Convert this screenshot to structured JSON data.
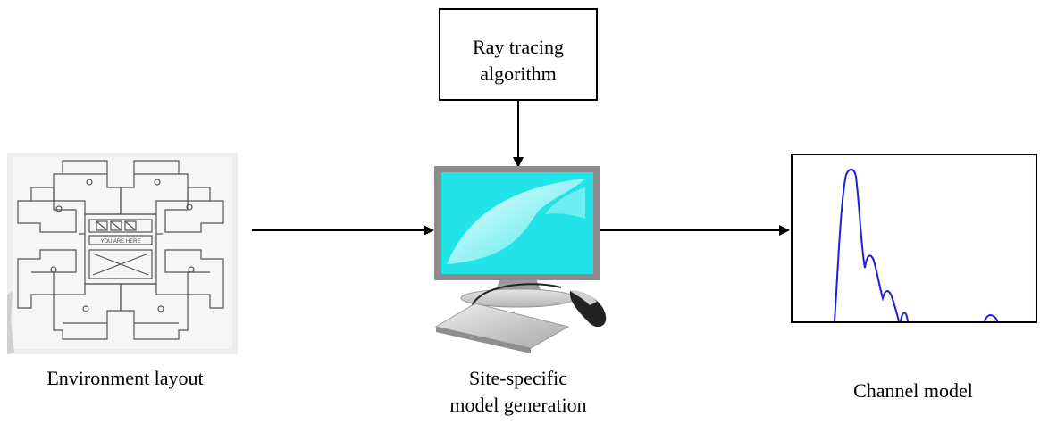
{
  "diagram": {
    "ray_tracing": {
      "line1": "Ray tracing",
      "line2": "algorithm"
    },
    "environment_label": "Environment layout",
    "site_specific": {
      "line1": "Site-specific",
      "line2": "model generation"
    },
    "channel_label": "Channel model",
    "floorplan_text": "YOU ARE HERE",
    "colors": {
      "monitor_screen": "#22e4e8",
      "monitor_frame": "#8c8c8c",
      "trace": "#1f1fd6",
      "line": "#000000"
    }
  }
}
